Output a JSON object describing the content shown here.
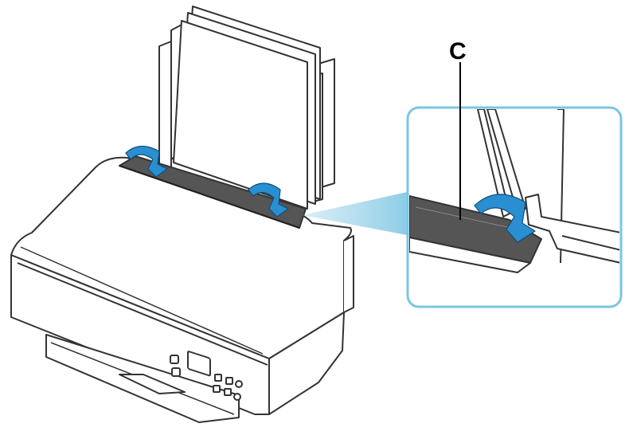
{
  "callout": {
    "label": "C",
    "highlight_color": "#7cc5e3"
  },
  "colors": {
    "line": "#333333",
    "paper_cover": "#555555",
    "arrow_fill": "#2a8fd1"
  },
  "icons": [
    "printer-illustration",
    "paper-stack",
    "paper-cover-closing-arrow",
    "magnified-callout"
  ]
}
